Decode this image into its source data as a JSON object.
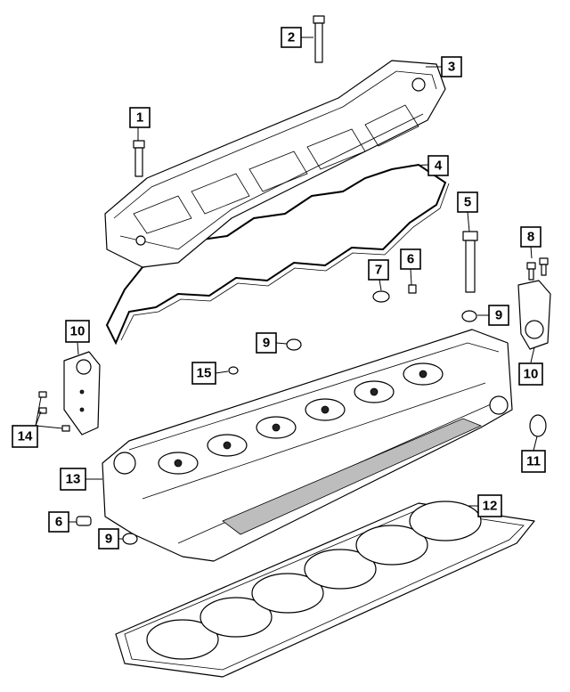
{
  "callouts": [
    {
      "id": "c1",
      "label": "1"
    },
    {
      "id": "c2",
      "label": "2"
    },
    {
      "id": "c3",
      "label": "3"
    },
    {
      "id": "c4",
      "label": "4"
    },
    {
      "id": "c5",
      "label": "5"
    },
    {
      "id": "c6a",
      "label": "6"
    },
    {
      "id": "c6b",
      "label": "6"
    },
    {
      "id": "c7",
      "label": "7"
    },
    {
      "id": "c8",
      "label": "8"
    },
    {
      "id": "c9a",
      "label": "9"
    },
    {
      "id": "c9b",
      "label": "9"
    },
    {
      "id": "c9c",
      "label": "9"
    },
    {
      "id": "c10a",
      "label": "10"
    },
    {
      "id": "c10b",
      "label": "10"
    },
    {
      "id": "c11",
      "label": "11"
    },
    {
      "id": "c12",
      "label": "12"
    },
    {
      "id": "c13",
      "label": "13"
    },
    {
      "id": "c14",
      "label": "14"
    },
    {
      "id": "c15",
      "label": "15"
    }
  ]
}
